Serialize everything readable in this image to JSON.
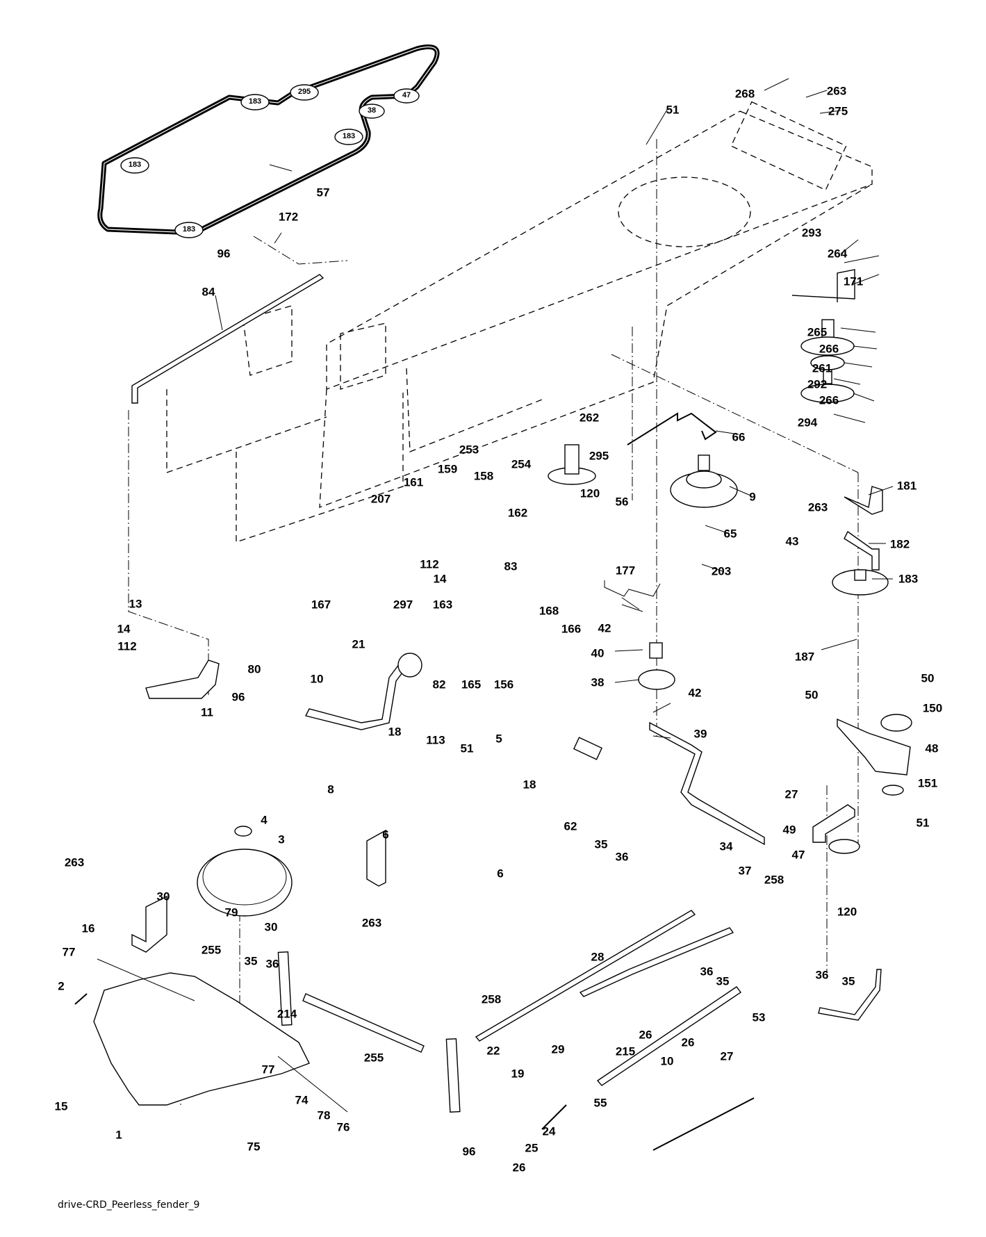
{
  "diagram": {
    "title": "drive-CRD_Peerless_fender_9",
    "belt_pulley_tags": [
      "183",
      "295",
      "47",
      "38",
      "183",
      "183",
      "183"
    ],
    "callouts": [
      {
        "id": "c57",
        "label": "57"
      },
      {
        "id": "c172",
        "label": "172"
      },
      {
        "id": "c96a",
        "label": "96"
      },
      {
        "id": "c84",
        "label": "84"
      },
      {
        "id": "c51a",
        "label": "51"
      },
      {
        "id": "c268",
        "label": "268"
      },
      {
        "id": "c263a",
        "label": "263"
      },
      {
        "id": "c275",
        "label": "275"
      },
      {
        "id": "c293",
        "label": "293"
      },
      {
        "id": "c264",
        "label": "264"
      },
      {
        "id": "c171",
        "label": "171"
      },
      {
        "id": "c265",
        "label": "265"
      },
      {
        "id": "c266a",
        "label": "266"
      },
      {
        "id": "c261",
        "label": "261"
      },
      {
        "id": "c292",
        "label": "292"
      },
      {
        "id": "c266b",
        "label": "266"
      },
      {
        "id": "c294",
        "label": "294"
      },
      {
        "id": "c262",
        "label": "262"
      },
      {
        "id": "c66",
        "label": "66"
      },
      {
        "id": "c295",
        "label": "295"
      },
      {
        "id": "c120a",
        "label": "120"
      },
      {
        "id": "c56",
        "label": "56"
      },
      {
        "id": "c9",
        "label": "9"
      },
      {
        "id": "c65",
        "label": "65"
      },
      {
        "id": "c203",
        "label": "203"
      },
      {
        "id": "c253",
        "label": "253"
      },
      {
        "id": "c254",
        "label": "254"
      },
      {
        "id": "c161",
        "label": "161"
      },
      {
        "id": "c159",
        "label": "159"
      },
      {
        "id": "c158",
        "label": "158"
      },
      {
        "id": "c207",
        "label": "207"
      },
      {
        "id": "c162",
        "label": "162"
      },
      {
        "id": "c112a",
        "label": "112"
      },
      {
        "id": "c14a",
        "label": "14"
      },
      {
        "id": "c163",
        "label": "163"
      },
      {
        "id": "c83",
        "label": "83"
      },
      {
        "id": "c167",
        "label": "167"
      },
      {
        "id": "c297",
        "label": "297"
      },
      {
        "id": "c168",
        "label": "168"
      },
      {
        "id": "c166",
        "label": "166"
      },
      {
        "id": "c21",
        "label": "21"
      },
      {
        "id": "c82",
        "label": "82"
      },
      {
        "id": "c165",
        "label": "165"
      },
      {
        "id": "c156",
        "label": "156"
      },
      {
        "id": "c181",
        "label": "181"
      },
      {
        "id": "c263b",
        "label": "263"
      },
      {
        "id": "c43",
        "label": "43"
      },
      {
        "id": "c182",
        "label": "182"
      },
      {
        "id": "c183",
        "label": "183"
      },
      {
        "id": "c187",
        "label": "187"
      },
      {
        "id": "c177",
        "label": "177"
      },
      {
        "id": "c42a",
        "label": "42"
      },
      {
        "id": "c40",
        "label": "40"
      },
      {
        "id": "c38",
        "label": "38"
      },
      {
        "id": "c42b",
        "label": "42"
      },
      {
        "id": "c39",
        "label": "39"
      },
      {
        "id": "c13",
        "label": "13"
      },
      {
        "id": "c14b",
        "label": "14"
      },
      {
        "id": "c112b",
        "label": "112"
      },
      {
        "id": "c80",
        "label": "80"
      },
      {
        "id": "c96b",
        "label": "96"
      },
      {
        "id": "c11",
        "label": "11"
      },
      {
        "id": "c10a",
        "label": "10"
      },
      {
        "id": "c8",
        "label": "8"
      },
      {
        "id": "c18a",
        "label": "18"
      },
      {
        "id": "c113",
        "label": "113"
      },
      {
        "id": "c51b",
        "label": "51"
      },
      {
        "id": "c5",
        "label": "5"
      },
      {
        "id": "c18b",
        "label": "18"
      },
      {
        "id": "c6a",
        "label": "6"
      },
      {
        "id": "c6b",
        "label": "6"
      },
      {
        "id": "c50a",
        "label": "50"
      },
      {
        "id": "c50b",
        "label": "50"
      },
      {
        "id": "c150",
        "label": "150"
      },
      {
        "id": "c48",
        "label": "48"
      },
      {
        "id": "c27a",
        "label": "27"
      },
      {
        "id": "c151",
        "label": "151"
      },
      {
        "id": "c49",
        "label": "49"
      },
      {
        "id": "c51c",
        "label": "51"
      },
      {
        "id": "c47",
        "label": "47"
      },
      {
        "id": "c120b",
        "label": "120"
      },
      {
        "id": "c62",
        "label": "62"
      },
      {
        "id": "c35a",
        "label": "35"
      },
      {
        "id": "c36a",
        "label": "36"
      },
      {
        "id": "c34",
        "label": "34"
      },
      {
        "id": "c37",
        "label": "37"
      },
      {
        "id": "c258a",
        "label": "258"
      },
      {
        "id": "c4",
        "label": "4"
      },
      {
        "id": "c3",
        "label": "3"
      },
      {
        "id": "c263c",
        "label": "263"
      },
      {
        "id": "c30a",
        "label": "30"
      },
      {
        "id": "c16",
        "label": "16"
      },
      {
        "id": "c79",
        "label": "79"
      },
      {
        "id": "c30b",
        "label": "30"
      },
      {
        "id": "c263d",
        "label": "263"
      },
      {
        "id": "c77a",
        "label": "77"
      },
      {
        "id": "c2",
        "label": "2"
      },
      {
        "id": "c255a",
        "label": "255"
      },
      {
        "id": "c35b",
        "label": "35"
      },
      {
        "id": "c36b",
        "label": "36"
      },
      {
        "id": "c28",
        "label": "28"
      },
      {
        "id": "c36c",
        "label": "36"
      },
      {
        "id": "c35c",
        "label": "35"
      },
      {
        "id": "c214",
        "label": "214"
      },
      {
        "id": "c258b",
        "label": "258"
      },
      {
        "id": "c22",
        "label": "22"
      },
      {
        "id": "c26a",
        "label": "26"
      },
      {
        "id": "c29",
        "label": "29"
      },
      {
        "id": "c215",
        "label": "215"
      },
      {
        "id": "c10b",
        "label": "10"
      },
      {
        "id": "c26b",
        "label": "26"
      },
      {
        "id": "c53",
        "label": "53"
      },
      {
        "id": "c27b",
        "label": "27"
      },
      {
        "id": "c36d",
        "label": "36"
      },
      {
        "id": "c35d",
        "label": "35"
      },
      {
        "id": "c255b",
        "label": "255"
      },
      {
        "id": "c15",
        "label": "15"
      },
      {
        "id": "c77b",
        "label": "77"
      },
      {
        "id": "c1",
        "label": "1"
      },
      {
        "id": "c74",
        "label": "74"
      },
      {
        "id": "c19",
        "label": "19"
      },
      {
        "id": "c24",
        "label": "24"
      },
      {
        "id": "c55",
        "label": "55"
      },
      {
        "id": "c25",
        "label": "25"
      },
      {
        "id": "c96c",
        "label": "96"
      },
      {
        "id": "c26c",
        "label": "26"
      },
      {
        "id": "c78",
        "label": "78"
      },
      {
        "id": "c76",
        "label": "76"
      },
      {
        "id": "c75",
        "label": "75"
      }
    ]
  }
}
